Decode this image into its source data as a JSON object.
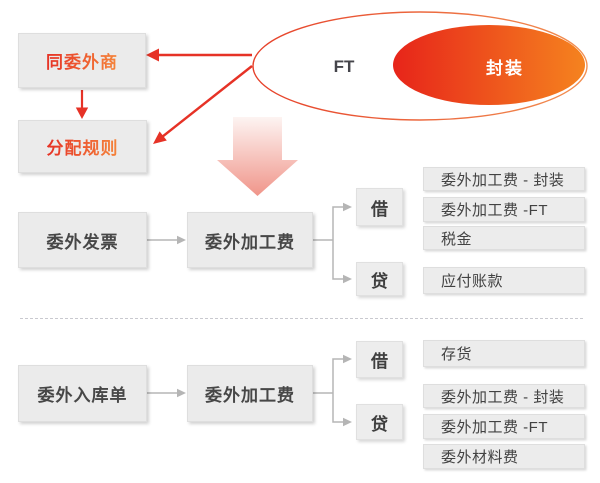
{
  "ellipse": {
    "outer_label": "FT",
    "inner_label": "封装"
  },
  "top_boxes": {
    "supplier": "同委外商",
    "rules": "分配规则"
  },
  "sections": [
    {
      "source": "委外发票",
      "account": "委外加工费",
      "debit_label": "借",
      "credit_label": "贷",
      "debit_items": [
        "委外加工费 - 封装",
        "委外加工费 -FT",
        "税金"
      ],
      "credit_items": [
        "应付账款"
      ]
    },
    {
      "source": "委外入库单",
      "account": "委外加工费",
      "debit_label": "借",
      "credit_label": "贷",
      "debit_items": [
        "存货"
      ],
      "credit_items": [
        "委外加工费 - 封装",
        "委外加工费 -FT",
        "委外材料费"
      ]
    }
  ],
  "colors": {
    "accent_red": "#e63226",
    "accent_orange": "#f5853b",
    "inner_ellipse_start": "#e7241a",
    "inner_ellipse_end": "#f5831f",
    "box_fill": "#ececec",
    "text_dark": "#474747",
    "connector_gray": "#b5b5b5",
    "big_arrow_top": "#fdf4f2",
    "big_arrow_bottom": "#f0958a"
  }
}
